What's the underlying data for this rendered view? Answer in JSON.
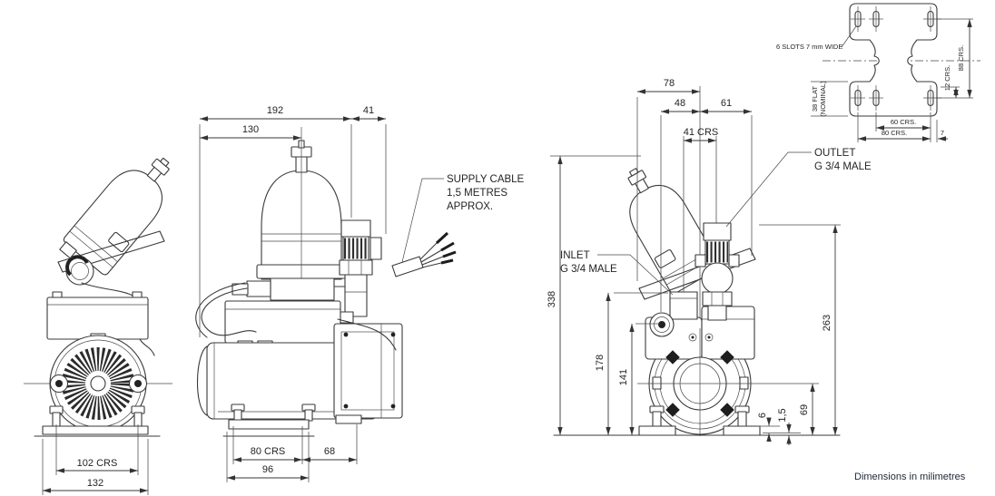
{
  "drawing": {
    "note": "Dimensions in milimetres",
    "front_view": {
      "feet_crs": "102 CRS",
      "base_width": "132"
    },
    "side_view": {
      "length": "192",
      "cable_offset": "41",
      "vessel_offset": "130",
      "feet_crs": "80 CRS",
      "pump_end": "68",
      "feet_width": "96"
    },
    "cable_callout": {
      "line1": "SUPPLY CABLE",
      "line2": "1,5 METRES",
      "line3": "APPROX."
    },
    "end_view": {
      "top_width": "78",
      "left_port": "48",
      "right_port": "61",
      "ports_crs": "41 CRS",
      "overall_height": "338",
      "inlet_height": "178",
      "valve_height": "141",
      "outlet_height": "263",
      "axis_height": "69",
      "foot_step": "6",
      "pad_thickness": "1,5",
      "inlet_line1": "INLET",
      "inlet_line2": "G 3/4 MALE",
      "outlet_line1": "OUTLET",
      "outlet_line2": "G 3/4 MALE"
    },
    "footprint": {
      "slots_note": "6 SLOTS 7 mm WIDE",
      "flat_line1": "38 FLAT",
      "flat_line2": "(NOMINAL)",
      "slots_60": "60 CRS.",
      "slots_80": "80 CRS.",
      "edge_7": "7",
      "rows_crs": "88 CRS.",
      "row_offset": "12 CRS."
    }
  }
}
